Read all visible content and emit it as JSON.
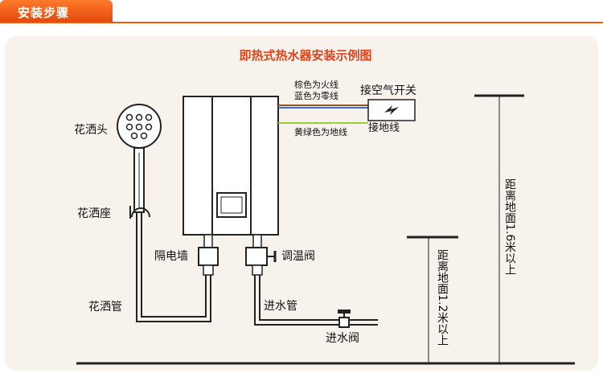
{
  "header": {
    "title": "安装步骤",
    "accent_color": "#e85c13"
  },
  "diagram": {
    "title": "即热式热水器安装示例图",
    "title_color": "#e3421a",
    "labels": {
      "shower_head": "花洒头",
      "shower_seat": "花洒座",
      "shower_pipe": "花洒管",
      "isolation_wall": "隔电墙",
      "temp_valve": "调温阀",
      "inlet_pipe": "进水管",
      "inlet_valve": "进水阀",
      "air_switch": "接空气开关",
      "ground": "接地线",
      "wire_brown": "棕色为火线",
      "wire_blue": "蓝色为零线",
      "wire_yg": "黄绿色为地线",
      "height_16": "距离地面1.6米以上",
      "height_12": "距离地面1.2米以上"
    },
    "colors": {
      "wire_brown": "#8b5a2b",
      "wire_blue": "#3d6bd6",
      "wire_yg": "#9acd32",
      "line": "#222222"
    }
  }
}
